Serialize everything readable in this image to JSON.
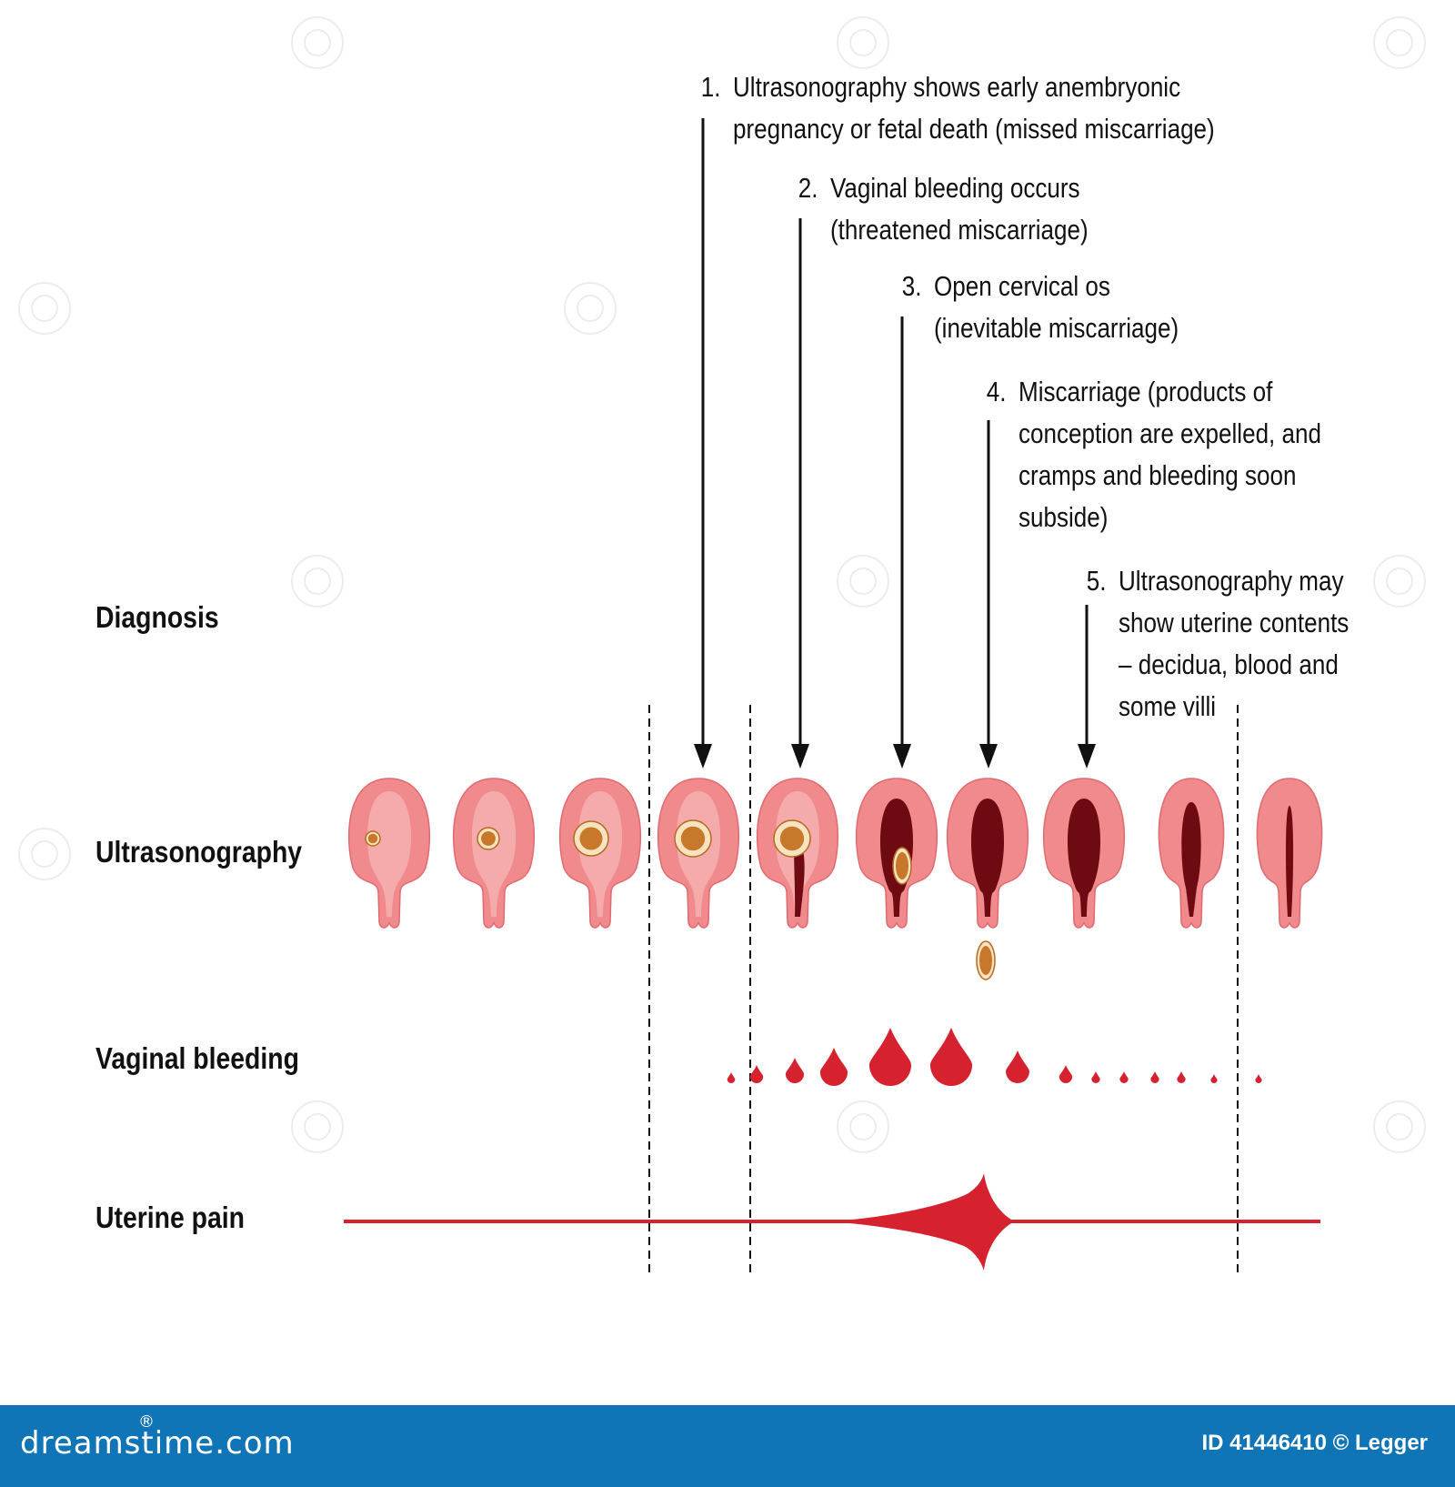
{
  "row_labels": {
    "diagnosis": "Diagnosis",
    "ultrasonography": "Ultrasonography",
    "vaginal_bleeding": "Vaginal bleeding",
    "uterine_pain": "Uterine pain"
  },
  "steps": [
    {
      "number": "1.",
      "lines": [
        "Ultrasonography shows early anembryonic",
        "pregnancy or fetal death (missed miscarriage)"
      ]
    },
    {
      "number": "2.",
      "lines": [
        "Vaginal bleeding occurs",
        "(threatened miscarriage)"
      ]
    },
    {
      "number": "3.",
      "lines": [
        "Open cervical os",
        "(inevitable miscarriage)"
      ]
    },
    {
      "number": "4.",
      "lines": [
        "Miscarriage (products of",
        "conception are expelled, and",
        "cramps and bleeding soon",
        "subside)"
      ]
    },
    {
      "number": "5.",
      "lines": [
        "Ultrasonography may",
        "show uterine contents",
        "– decidua, blood and",
        "some villi"
      ]
    }
  ],
  "ultrasound_stages": [
    {
      "stage": 1,
      "sac": "small",
      "cavity": "none"
    },
    {
      "stage": 2,
      "sac": "small",
      "cavity": "none"
    },
    {
      "stage": 3,
      "sac": "medium",
      "cavity": "none"
    },
    {
      "stage": 4,
      "sac": "large",
      "cavity": "none"
    },
    {
      "stage": 5,
      "sac": "large",
      "cavity": "bleeding-channel"
    },
    {
      "stage": 6,
      "sac": "descending",
      "cavity": "dark-filled"
    },
    {
      "stage": 7,
      "sac": "expelled",
      "cavity": "dark-filled"
    },
    {
      "stage": 8,
      "sac": "none",
      "cavity": "dark-filled"
    },
    {
      "stage": 9,
      "sac": "none",
      "cavity": "narrowing"
    },
    {
      "stage": 10,
      "sac": "none",
      "cavity": "thin-line"
    }
  ],
  "colors": {
    "uterus_fill": "#f08a8c",
    "uterus_inner": "#f7b6b5",
    "cavity": "#6e0b12",
    "sac_ring": "#f7e3c0",
    "sac_core": "#c8782a",
    "blood": "#d6222e",
    "pain_curve": "#d6222e",
    "footer_bg": "#0f75b6"
  },
  "footer": {
    "brand": "dreamstime.com",
    "registered_mark": "®",
    "stock_id": "ID 41446410 © Legger"
  }
}
